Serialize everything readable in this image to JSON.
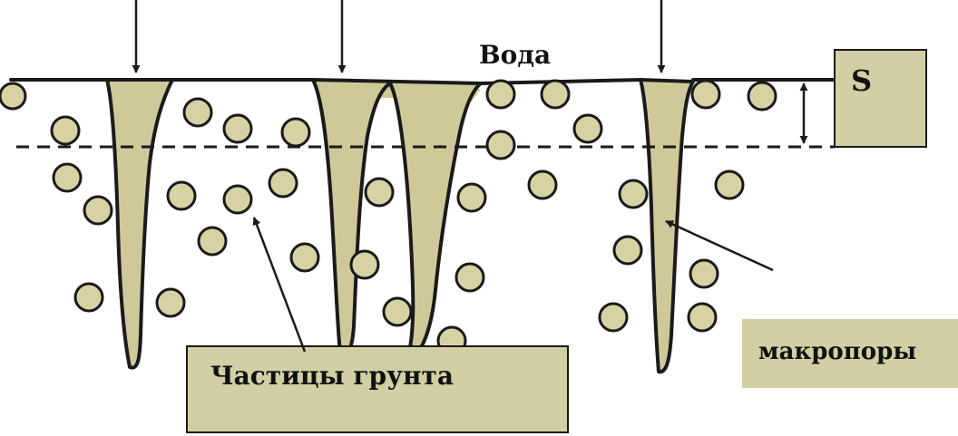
{
  "diagram": {
    "labels": {
      "water": "Вода",
      "soil_particles": "Частицы грунта",
      "macropores": "макропоры",
      "s_box": "S"
    },
    "colors": {
      "fill": "#cfc99a",
      "particle_fill": "#d7d2a4",
      "outline": "#1a1a1a",
      "box_fill": "#d2cfa5",
      "background": "#ffffff"
    },
    "icons": [
      "down-arrow-icon",
      "double-arrow-icon",
      "pointer-arrow-icon"
    ]
  }
}
